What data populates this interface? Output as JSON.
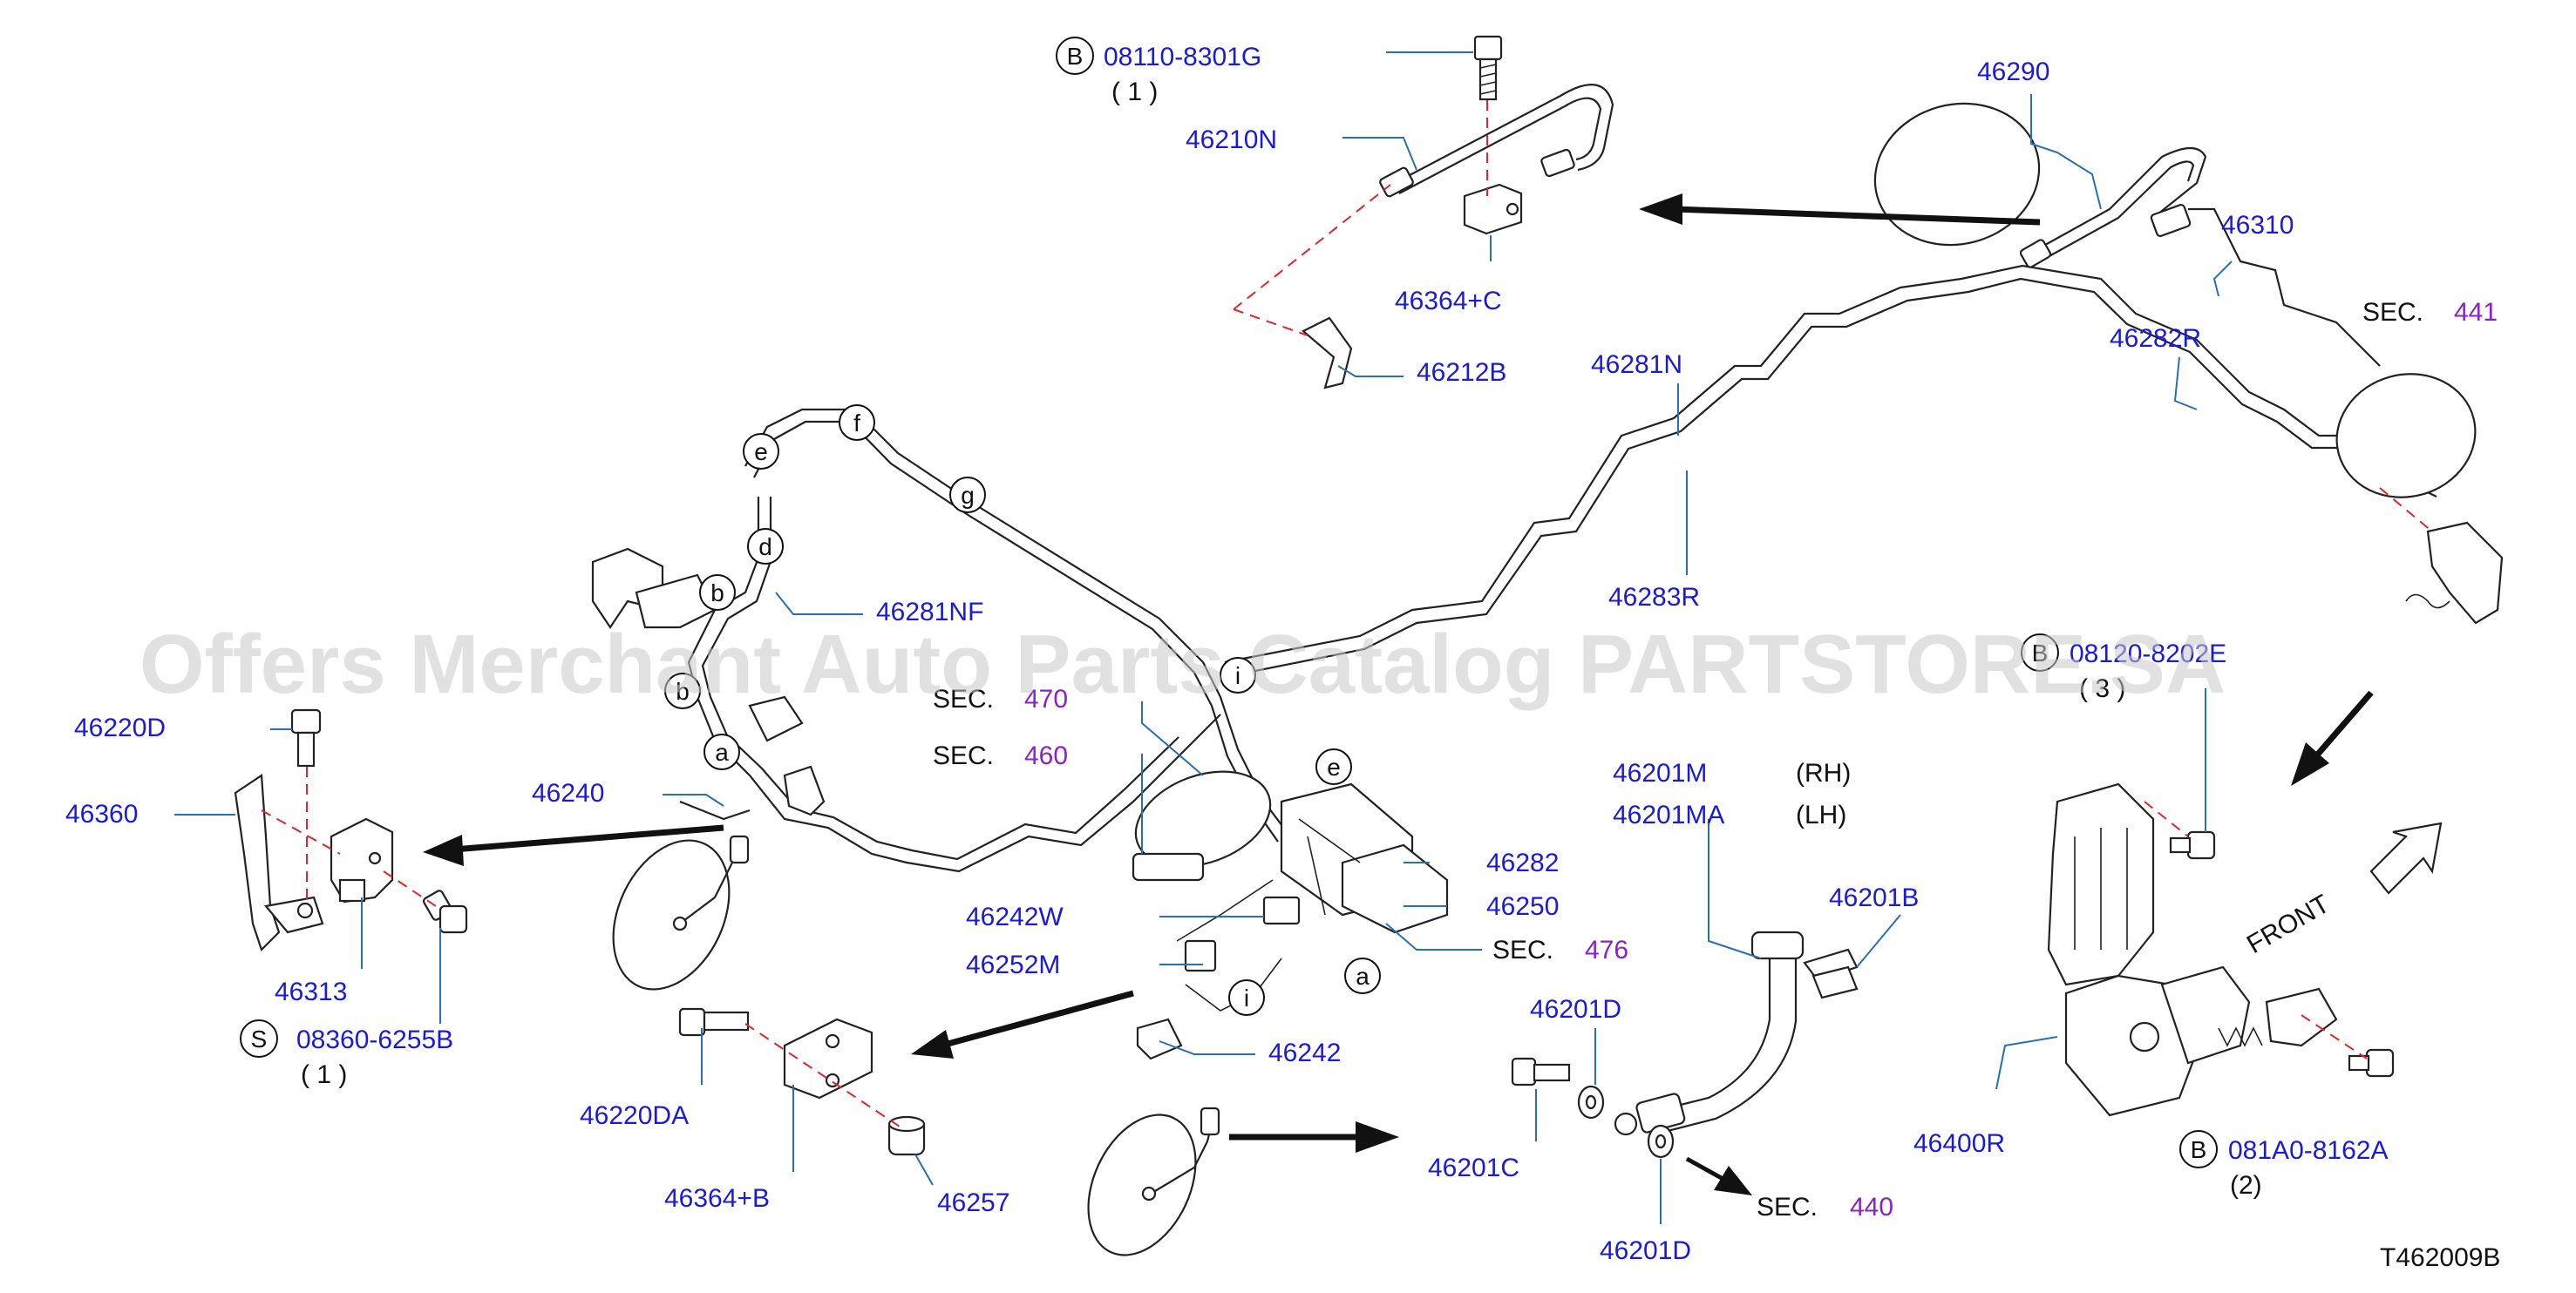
{
  "watermark": "Offers Merchant Auto Parts Catalog PARTSTORE.SA",
  "diagram_code": "T462009B",
  "front_label": "FRONT",
  "sec_prefix": "SEC.",
  "sections": {
    "s470": "470",
    "s460": "460",
    "s476": "476",
    "s441": "441",
    "s440": "440"
  },
  "bolts": {
    "b1": {
      "marker": "B",
      "code": "08110-8301G",
      "qty": "( 1 )"
    },
    "b2": {
      "marker": "B",
      "code": "08120-8202E",
      "qty": "( 3 )"
    },
    "b3": {
      "marker": "B",
      "code": "081A0-8162A",
      "qty": "(2)"
    },
    "s1": {
      "marker": "S",
      "code": "08360-6255B",
      "qty": "( 1 )"
    }
  },
  "parts": {
    "p46210N": "46210N",
    "p46364C": "46364+C",
    "p46212B": "46212B",
    "p46290": "46290",
    "p46310": "46310",
    "p46282R": "46282R",
    "p46281N": "46281N",
    "p46283R": "46283R",
    "p46281NF": "46281NF",
    "p46220D": "46220D",
    "p46360": "46360",
    "p46240": "46240",
    "p46313": "46313",
    "p46282": "46282",
    "p46250": "46250",
    "p46242W": "46242W",
    "p46252M": "46252M",
    "p46242": "46242",
    "p46220DA": "46220DA",
    "p46364B": "46364+B",
    "p46257": "46257",
    "p46201M": "46201M",
    "p46201MA": "46201MA",
    "rh": "(RH)",
    "lh": "(LH)",
    "p46201B": "46201B",
    "p46201D_top": "46201D",
    "p46201C": "46201C",
    "p46201D_bot": "46201D",
    "p46400R": "46400R"
  },
  "ref_letters": {
    "a1": "a",
    "a2": "a",
    "b1": "b",
    "b2": "b",
    "d": "d",
    "e1": "e",
    "e2": "e",
    "f": "f",
    "g": "g",
    "i1": "i",
    "i2": "i"
  }
}
